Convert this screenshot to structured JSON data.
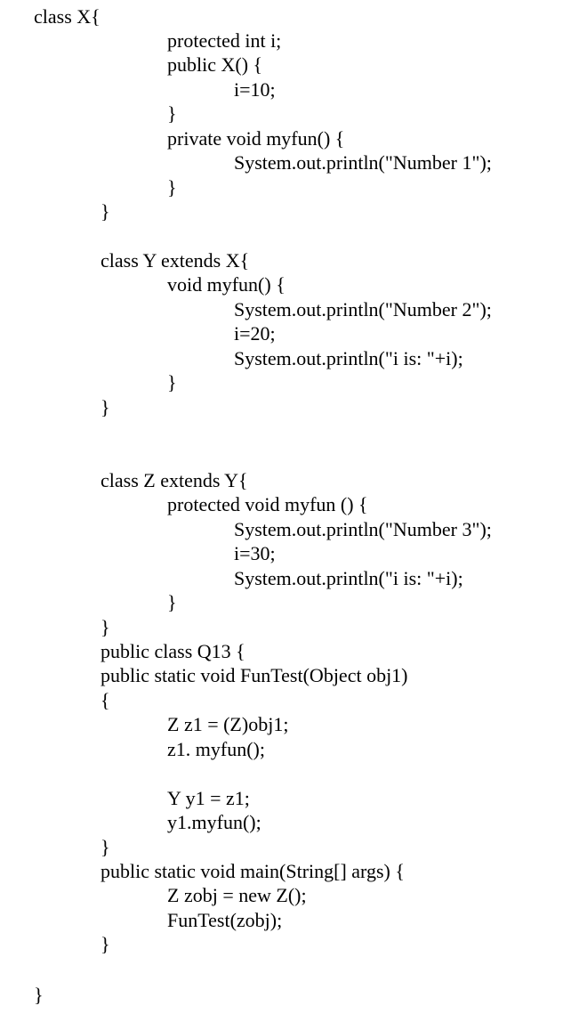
{
  "code_lines": [
    "class X{",
    "protected int i;",
    "public X() {",
    "i=10;",
    "}",
    "private void myfun() {",
    "System.out.println(\"Number 1\");",
    "}",
    "}",
    "class Y extends X{",
    "void myfun() {",
    "System.out.println(\"Number 2\");",
    "i=20;",
    "System.out.println(\"i is: \"+i);",
    "}",
    "}",
    "class Z extends Y{",
    "protected void myfun () {",
    "System.out.println(\"Number 3\");",
    "i=30;",
    "System.out.println(\"i is: \"+i);",
    "}",
    "}",
    "public class Q13 {",
    "public static void FunTest(Object obj1)",
    "{",
    "Z z1 = (Z)obj1;",
    "z1. myfun();",
    "Y y1 = z1;",
    "y1.myfun();",
    "}",
    "public static void main(String[] args) {",
    "Z zobj = new Z();",
    "FunTest(zobj);",
    "}",
    "}"
  ]
}
